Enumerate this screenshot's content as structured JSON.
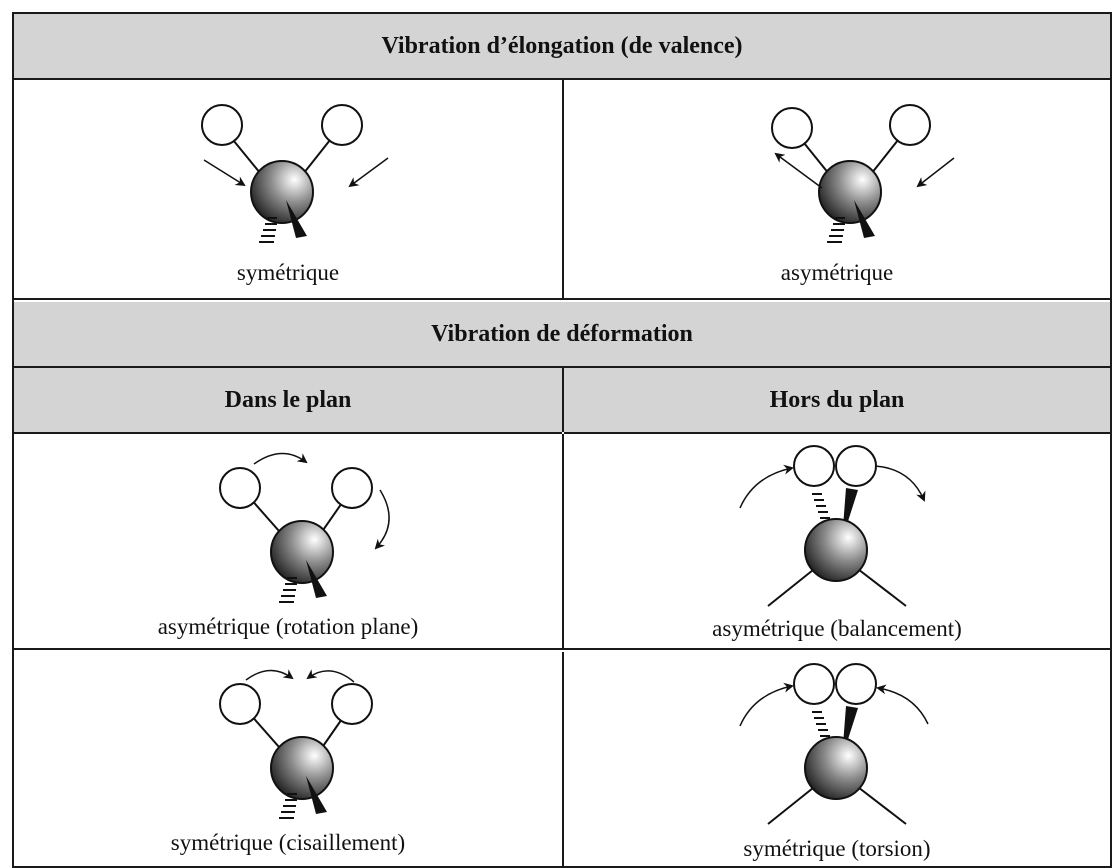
{
  "headers": {
    "stretching": "Vibration d’élongation (de valence)",
    "deformation": "Vibration de déformation",
    "in_plane": "Dans le plan",
    "out_of_plane": "Hors du plan"
  },
  "cells": {
    "stretch_sym": "symétrique",
    "stretch_asym": "asymétrique",
    "inplane_asym": "asymétrique (rotation plane)",
    "outplane_asym": "asymétrique (balancement)",
    "inplane_sym": "symétrique (cisaillement)",
    "outplane_sym": "symétrique (torsion)"
  },
  "colors": {
    "header_bg": "#d4d4d4",
    "border": "#1a1a1a"
  }
}
